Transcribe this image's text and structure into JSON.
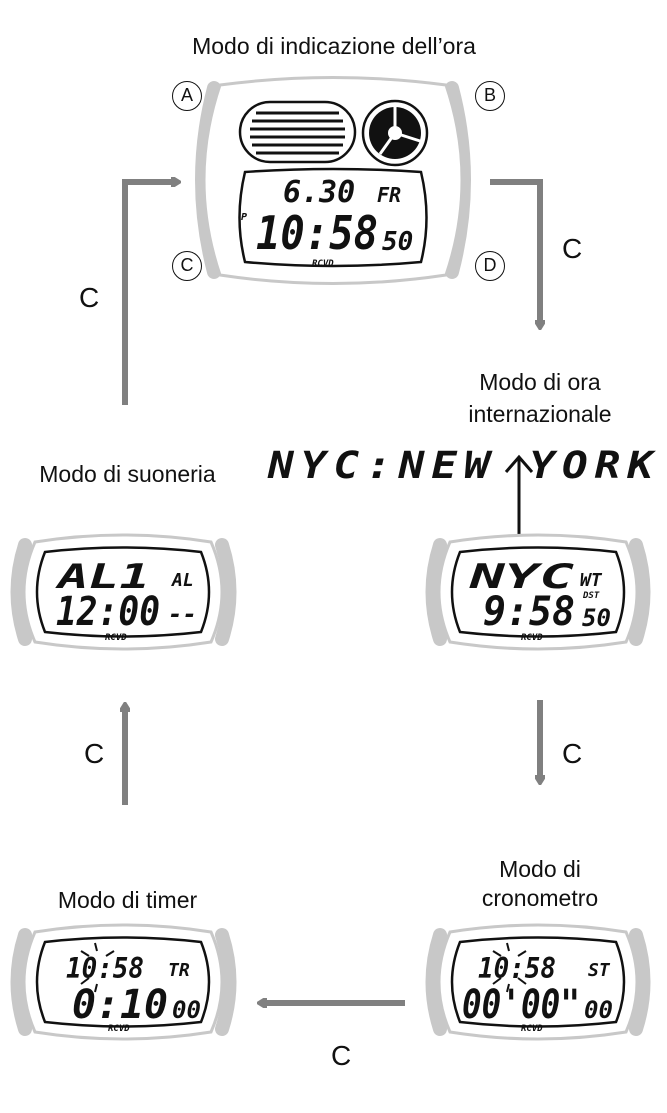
{
  "modes": {
    "timekeeping": {
      "title": "Modo di indicazione dell’ora",
      "date": "6.30",
      "day": "FR",
      "pm": "P",
      "time": "10:58",
      "seconds": "50",
      "rcvd": "RCVD"
    },
    "world_time": {
      "title_line1": "Modo di ora",
      "title_line2": "internazionale",
      "city_full": "NYC:NEW YORK",
      "city": "NYC",
      "indicator": "WT",
      "dst": "DST",
      "time": "9:58",
      "seconds": "50",
      "rcvd": "RCVD"
    },
    "stopwatch": {
      "title_line1": "Modo di",
      "title_line2": "cronometro",
      "time": "10:58",
      "indicator": "ST",
      "elapsed": "00'00\"",
      "fraction": "00",
      "rcvd": "RCVD"
    },
    "timer": {
      "title": "Modo di timer",
      "time": "10:58",
      "indicator": "TR",
      "countdown": "0:10",
      "seconds": "00",
      "rcvd": "RCVD"
    },
    "alarm": {
      "title": "Modo di suoneria",
      "alarm_id": "AL1",
      "indicator": "AL",
      "time": "12:00",
      "dashes": "--",
      "rcvd": "RCVD"
    }
  },
  "buttons": {
    "a": "A",
    "b": "B",
    "c": "C",
    "d": "D"
  },
  "arrow_label": "C",
  "colors": {
    "arrow": "#808080",
    "bezel": "#c8c8c8",
    "ink": "#111111"
  }
}
